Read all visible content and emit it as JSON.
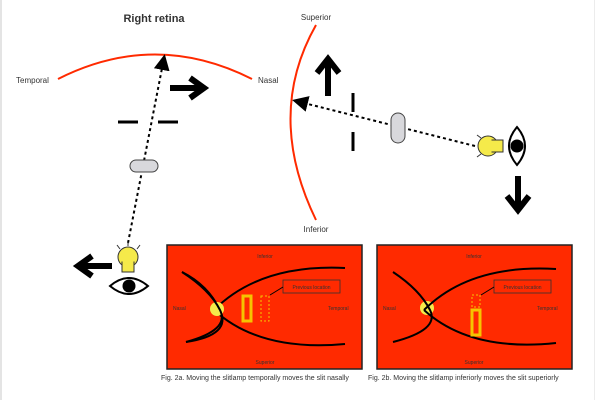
{
  "figure": {
    "fig1": {
      "title": "Right retina",
      "left_label": "Temporal",
      "right_label": "Nasal"
    },
    "fig2": {
      "top_label": "Superior",
      "bottom_label": "Inferior"
    },
    "panel_a": {
      "top_label": "Inferior",
      "bottom_label": "Superior",
      "left_label": "Nasal",
      "right_label": "Temporal",
      "callout": "Previous location",
      "caption": "Fig. 2a. Moving the slitlamp temporally moves the slit nasally"
    },
    "panel_b": {
      "top_label": "Inferior",
      "bottom_label": "Superior",
      "left_label": "Nasal",
      "right_label": "Temporal",
      "callout": "Previous location",
      "caption": "Fig. 2b. Moving the slitlamp inferiorly moves the slit superiorly"
    },
    "colors": {
      "retina": "#ff2a00",
      "panel_bg": "#ff2a00",
      "bulb": "#f5ea4a",
      "slit": "#f5c400",
      "lens": "#d8d8dc"
    }
  }
}
